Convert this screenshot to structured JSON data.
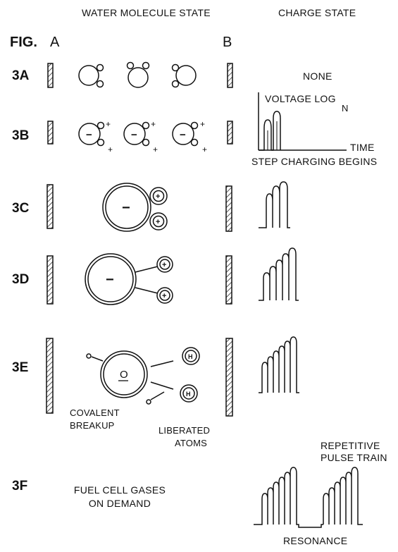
{
  "headers": {
    "water_state": "WATER MOLECULE STATE",
    "charge_state": "CHARGE STATE"
  },
  "fig": {
    "label": "FIG.",
    "plate_a": "A",
    "plate_b": "B"
  },
  "rows": [
    {
      "id": "3A",
      "charge_label": "NONE"
    },
    {
      "id": "3B",
      "axis_y": "VOLTAGE LOG",
      "axis_y_sub": "N",
      "axis_x": "TIME",
      "caption": "STEP CHARGING BEGINS"
    },
    {
      "id": "3C"
    },
    {
      "id": "3D"
    },
    {
      "id": "3E",
      "left_note_1": "COVALENT",
      "left_note_2": "BREAKUP",
      "right_note_1": "LIBERATED",
      "right_note_2": "ATOMS"
    },
    {
      "id": "3F",
      "left_text_1": "FUEL CELL GASES",
      "left_text_2": "ON DEMAND",
      "top_note_1": "REPETITIVE",
      "top_note_2": "PULSE TRAIN",
      "bottom_note": "RESONANCE"
    }
  ],
  "symbols": {
    "minus": "−",
    "plus": "+",
    "oxygen": "O",
    "hydrogen": "H"
  },
  "colors": {
    "ink": "#111111",
    "paper": "#ffffff"
  }
}
